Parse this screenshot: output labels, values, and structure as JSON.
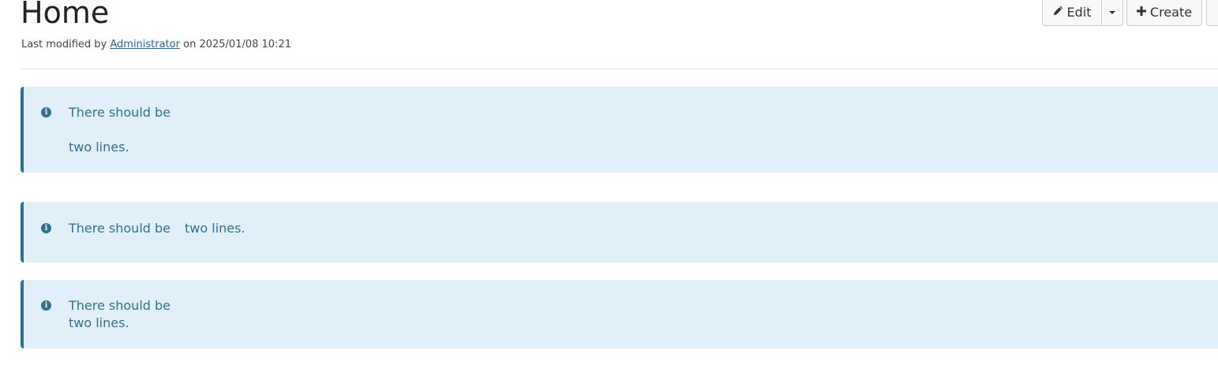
{
  "page": {
    "title": "Home",
    "meta": {
      "prefix": "Last modified by",
      "author": "Administrator",
      "middle": "on",
      "date": "2025/01/08 10:21"
    }
  },
  "toolbar": {
    "edit_label": "Edit",
    "create_label": "Create",
    "edit_icon": "pencil-icon",
    "create_icon": "plus-icon"
  },
  "alerts": [
    {
      "icon": "info-icon",
      "lines": [
        "There should be",
        "two lines."
      ]
    },
    {
      "icon": "info-icon",
      "lines": [
        "There should be",
        "two lines."
      ]
    },
    {
      "icon": "info-icon",
      "lines": [
        "There should be",
        "two lines."
      ]
    }
  ],
  "colors": {
    "alert_background": "#e1f0f8",
    "alert_text": "#31708f",
    "alert_border": "#2f6f8f",
    "link": "#2a6496"
  }
}
